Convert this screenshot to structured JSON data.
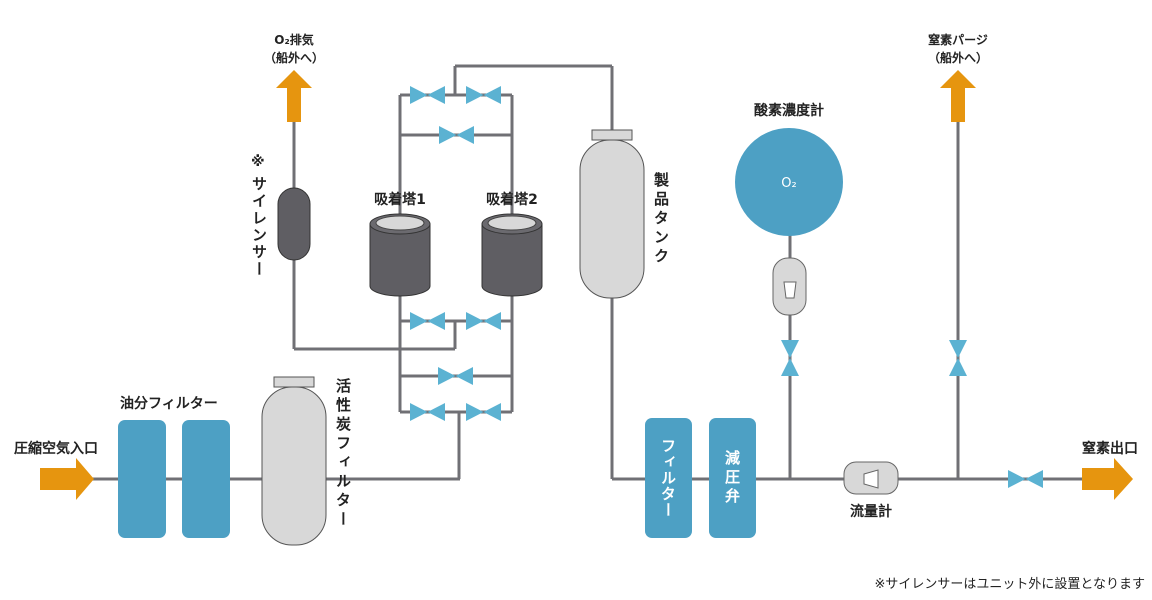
{
  "colors": {
    "pipe": "#707075",
    "arrow": "#E6950F",
    "blue": "#4DA0C4",
    "valve": "#5BB2D2",
    "tank_gray": "#D8D8D8",
    "dark": "#5F5E63"
  },
  "labels": {
    "compressed_air_inlet": "圧縮空気入口",
    "oil_filter": "油分フィルター",
    "carbon_filter": "活性炭フィルター",
    "o2_exhaust": "O₂排気",
    "o2_exhaust_sub": "（船外へ）",
    "silencer_mark": "※",
    "silencer": "サイレンサー",
    "adsorber1": "吸着塔1",
    "adsorber2": "吸着塔2",
    "product_tank": "製品タンク",
    "filter": "フィルター",
    "pressure_reducer": "減圧弁",
    "oxygen_meter": "酸素濃度計",
    "o2_symbol": "O₂",
    "flow_meter": "流量計",
    "nitrogen_purge": "窒素パージ",
    "nitrogen_purge_sub": "（船外へ）",
    "nitrogen_outlet": "窒素出口"
  },
  "footnote": "※サイレンサーはユニット外に設置となります"
}
